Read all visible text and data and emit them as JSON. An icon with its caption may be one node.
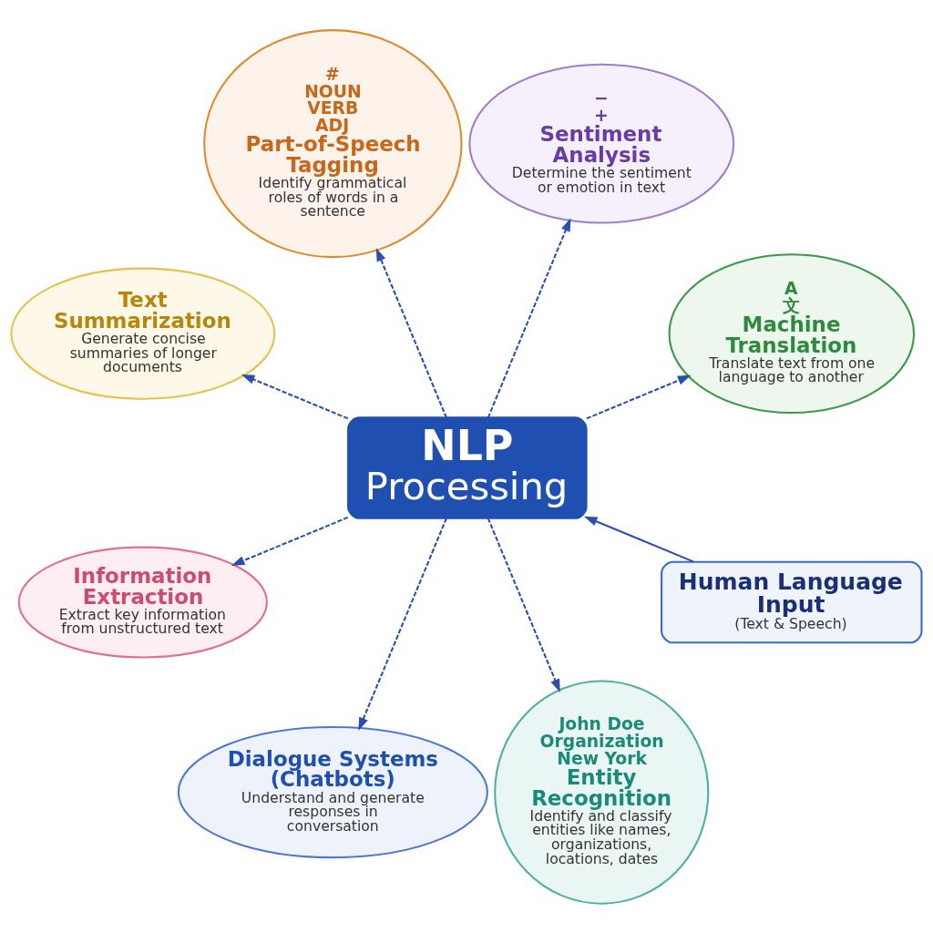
{
  "diagram": {
    "nodes": [
      {
        "text": [
          "Human Language Input",
          "(Text & Speech)"
        ]
      },
      {
        "text": [
          "NLP",
          "Processing"
        ]
      },
      {
        "text": [
          "A",
          "文",
          "Machine Translation",
          "Translate text from one language to another"
        ]
      },
      {
        "text": [
          "−",
          "+",
          "Sentiment Analysis",
          "Determine the sentiment or emotion in text"
        ]
      },
      {
        "text": [
          "#",
          "NOUN",
          "VERB",
          "ADJ",
          "Part-of-Speech Tagging",
          "Identify grammatical roles of words in a sentence"
        ]
      },
      {
        "text": [
          "Text Summarization",
          "Generate concise summaries of longer documents"
        ]
      },
      {
        "text": [
          "Information Extraction",
          "Extract key information from unstructured text"
        ]
      },
      {
        "text": [
          "Dialogue Systems (Chatbots)",
          "Understand and generate responses in conversation"
        ]
      },
      {
        "text": [
          "John Doe",
          "Organization",
          "New York",
          "Entity Recognition",
          "Identify and classify entities like names, organizations, locations, dates"
        ]
      }
    ],
    "edges": [
      {
        "from": 0,
        "to": 1,
        "arrow": "to"
      },
      {
        "from": 1,
        "to": 2,
        "arrow": "to",
        "style": "dashed"
      },
      {
        "from": 1,
        "to": 3,
        "arrow": "to",
        "style": "dashed"
      },
      {
        "from": 1,
        "to": 4,
        "arrow": "to",
        "style": "dashed"
      },
      {
        "from": 1,
        "to": 5,
        "arrow": "to",
        "style": "dashed"
      },
      {
        "from": 1,
        "to": 6,
        "arrow": "to",
        "style": "dashed"
      },
      {
        "from": 1,
        "to": 7,
        "arrow": "to",
        "style": "dashed"
      },
      {
        "from": 1,
        "to": 8,
        "arrow": "to",
        "style": "dashed"
      }
    ]
  }
}
